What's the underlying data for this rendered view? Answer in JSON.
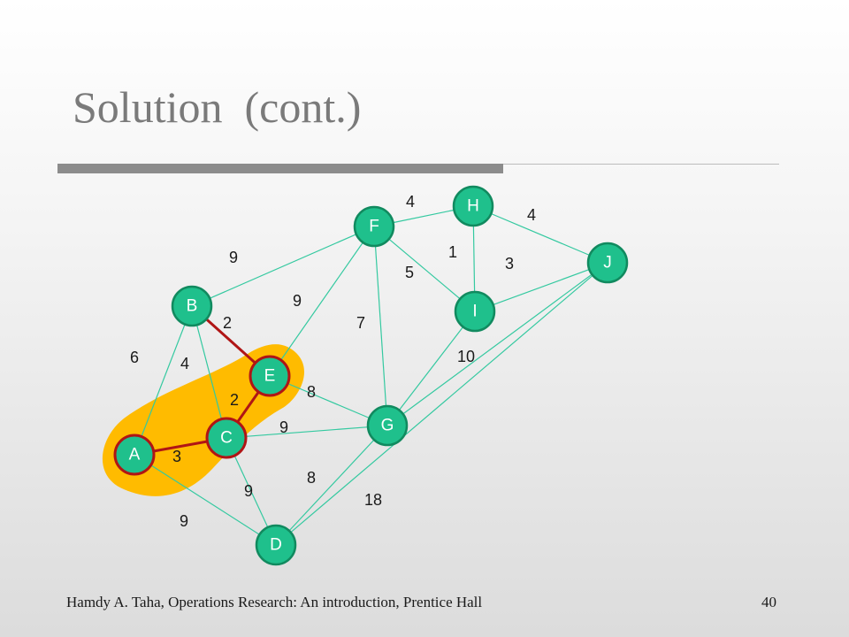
{
  "slide": {
    "title": "Solution  (cont.)",
    "footer": "Hamdy A. Taha, Operations Research: An introduction, Prentice Hall",
    "page_number": "40"
  },
  "colors": {
    "edge": "#34c9a0",
    "tree_edge": "#b01515",
    "node_fill": "#1fc08c",
    "highlight": "#ffbb00"
  },
  "graph": {
    "nodes": [
      {
        "id": "A",
        "label": "A",
        "in_tree": true
      },
      {
        "id": "B",
        "label": "B",
        "in_tree": false
      },
      {
        "id": "C",
        "label": "C",
        "in_tree": true
      },
      {
        "id": "D",
        "label": "D",
        "in_tree": false
      },
      {
        "id": "E",
        "label": "E",
        "in_tree": true
      },
      {
        "id": "F",
        "label": "F",
        "in_tree": false
      },
      {
        "id": "G",
        "label": "G",
        "in_tree": false
      },
      {
        "id": "H",
        "label": "H",
        "in_tree": false
      },
      {
        "id": "I",
        "label": "I",
        "in_tree": false
      },
      {
        "id": "J",
        "label": "J",
        "in_tree": false
      }
    ],
    "edges": [
      {
        "from": "B",
        "to": "F",
        "weight": "9",
        "in_tree": false
      },
      {
        "from": "F",
        "to": "H",
        "weight": "4",
        "in_tree": false
      },
      {
        "from": "H",
        "to": "J",
        "weight": "4",
        "in_tree": false
      },
      {
        "from": "H",
        "to": "I",
        "weight": "1",
        "in_tree": false
      },
      {
        "from": "F",
        "to": "I",
        "weight": "5",
        "in_tree": false
      },
      {
        "from": "I",
        "to": "J",
        "weight": "3",
        "in_tree": false
      },
      {
        "from": "F",
        "to": "E",
        "weight": "9",
        "in_tree": false
      },
      {
        "from": "F",
        "to": "G",
        "weight": "7",
        "in_tree": false
      },
      {
        "from": "B",
        "to": "E",
        "weight": "2",
        "in_tree": true
      },
      {
        "from": "A",
        "to": "B",
        "weight": "6",
        "in_tree": false
      },
      {
        "from": "B",
        "to": "C",
        "weight": "4",
        "in_tree": false
      },
      {
        "from": "E",
        "to": "C",
        "weight": "2",
        "in_tree": true
      },
      {
        "from": "E",
        "to": "G",
        "weight": "8",
        "in_tree": false
      },
      {
        "from": "C",
        "to": "G",
        "weight": "9",
        "in_tree": false
      },
      {
        "from": "A",
        "to": "C",
        "weight": "3",
        "in_tree": true
      },
      {
        "from": "I",
        "to": "G",
        "weight": "10",
        "in_tree": false
      },
      {
        "from": "G",
        "to": "J",
        "weight": "",
        "in_tree": false
      },
      {
        "from": "G",
        "to": "D",
        "weight": "8",
        "in_tree": false
      },
      {
        "from": "C",
        "to": "D",
        "weight": "9",
        "in_tree": false
      },
      {
        "from": "A",
        "to": "D",
        "weight": "9",
        "in_tree": false
      },
      {
        "from": "D",
        "to": "J",
        "weight": "18",
        "in_tree": false
      }
    ]
  }
}
